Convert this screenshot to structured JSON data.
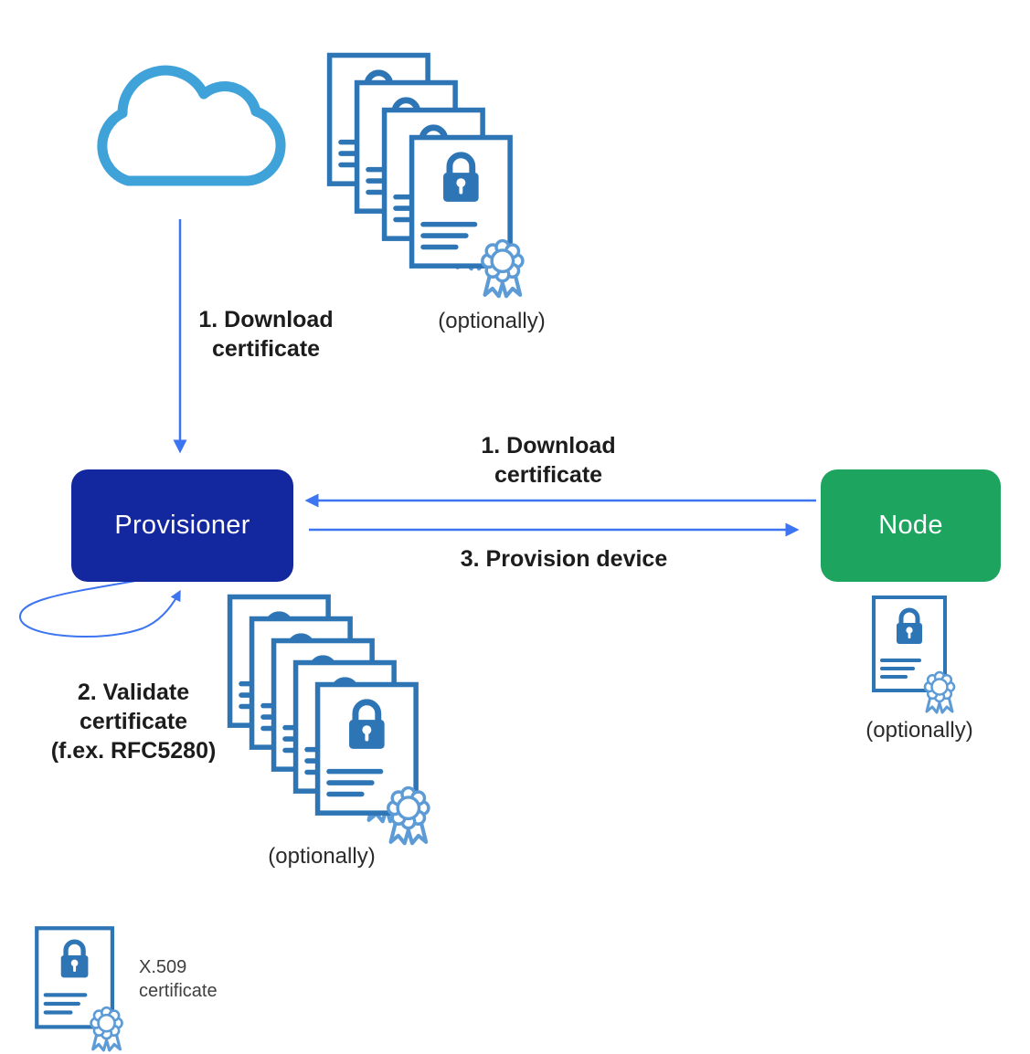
{
  "diagram": {
    "labels": {
      "step1_top": "1. Download\ncertificate",
      "optionally_top": "(optionally)",
      "step1_mid": "1. Download\ncertificate",
      "step3": "3. Provision device",
      "step2": "2. Validate\ncertificate\n(f.ex. RFC5280)",
      "optionally_bottom": "(optionally)",
      "optionally_node": "(optionally)",
      "x509": "X.509\ncertificate"
    },
    "boxes": {
      "provisioner": {
        "label": "Provisioner",
        "color": "#13279e",
        "text_color": "#ffffff"
      },
      "node": {
        "label": "Node",
        "color": "#1da45f",
        "text_color": "#ffffff"
      }
    },
    "colors": {
      "arrow": "#3c74f1",
      "cloud_outline": "#3fa3da",
      "certificate_outline": "#2e75b6",
      "certificate_seal": "#5c9bd6",
      "label_text": "#1c1c1c"
    },
    "icons": {
      "cloud": "cloud-icon",
      "certificate": "certificate-icon",
      "lock": "lock-icon",
      "seal": "rosette-seal-icon",
      "arrowhead": "arrowhead-icon"
    }
  }
}
